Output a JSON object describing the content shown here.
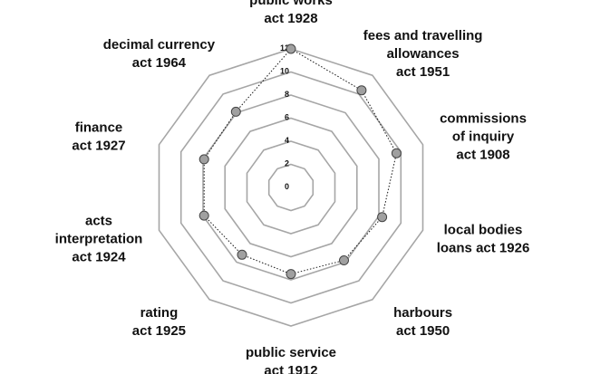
{
  "chart_data": {
    "type": "radar",
    "categories": [
      [
        "public works",
        "act 1928"
      ],
      [
        "fees and travelling",
        "allowances",
        "act 1951"
      ],
      [
        "commissions",
        "of inquiry",
        "act 1908"
      ],
      [
        "local bodies",
        "loans act 1926"
      ],
      [
        "harbours",
        "act 1950"
      ],
      [
        "public service",
        "act 1912"
      ],
      [
        "rating",
        "act 1925"
      ],
      [
        "acts",
        "interpretation",
        "act 1924"
      ],
      [
        "finance",
        "act 1927"
      ],
      [
        "decimal currency",
        "act 1964"
      ]
    ],
    "values": [
      12,
      10.4,
      9.6,
      8.3,
      7.8,
      7.5,
      7.2,
      7.9,
      7.9,
      8.1
    ],
    "rlim": [
      0,
      12
    ],
    "ticks": [
      "0",
      "2",
      "4",
      "6",
      "8",
      "10",
      "12"
    ],
    "grid": true,
    "legend": "none",
    "colors": {
      "grid": "#a6a6a6",
      "point_fill": "#a0a0a0",
      "line": "#111111"
    }
  }
}
